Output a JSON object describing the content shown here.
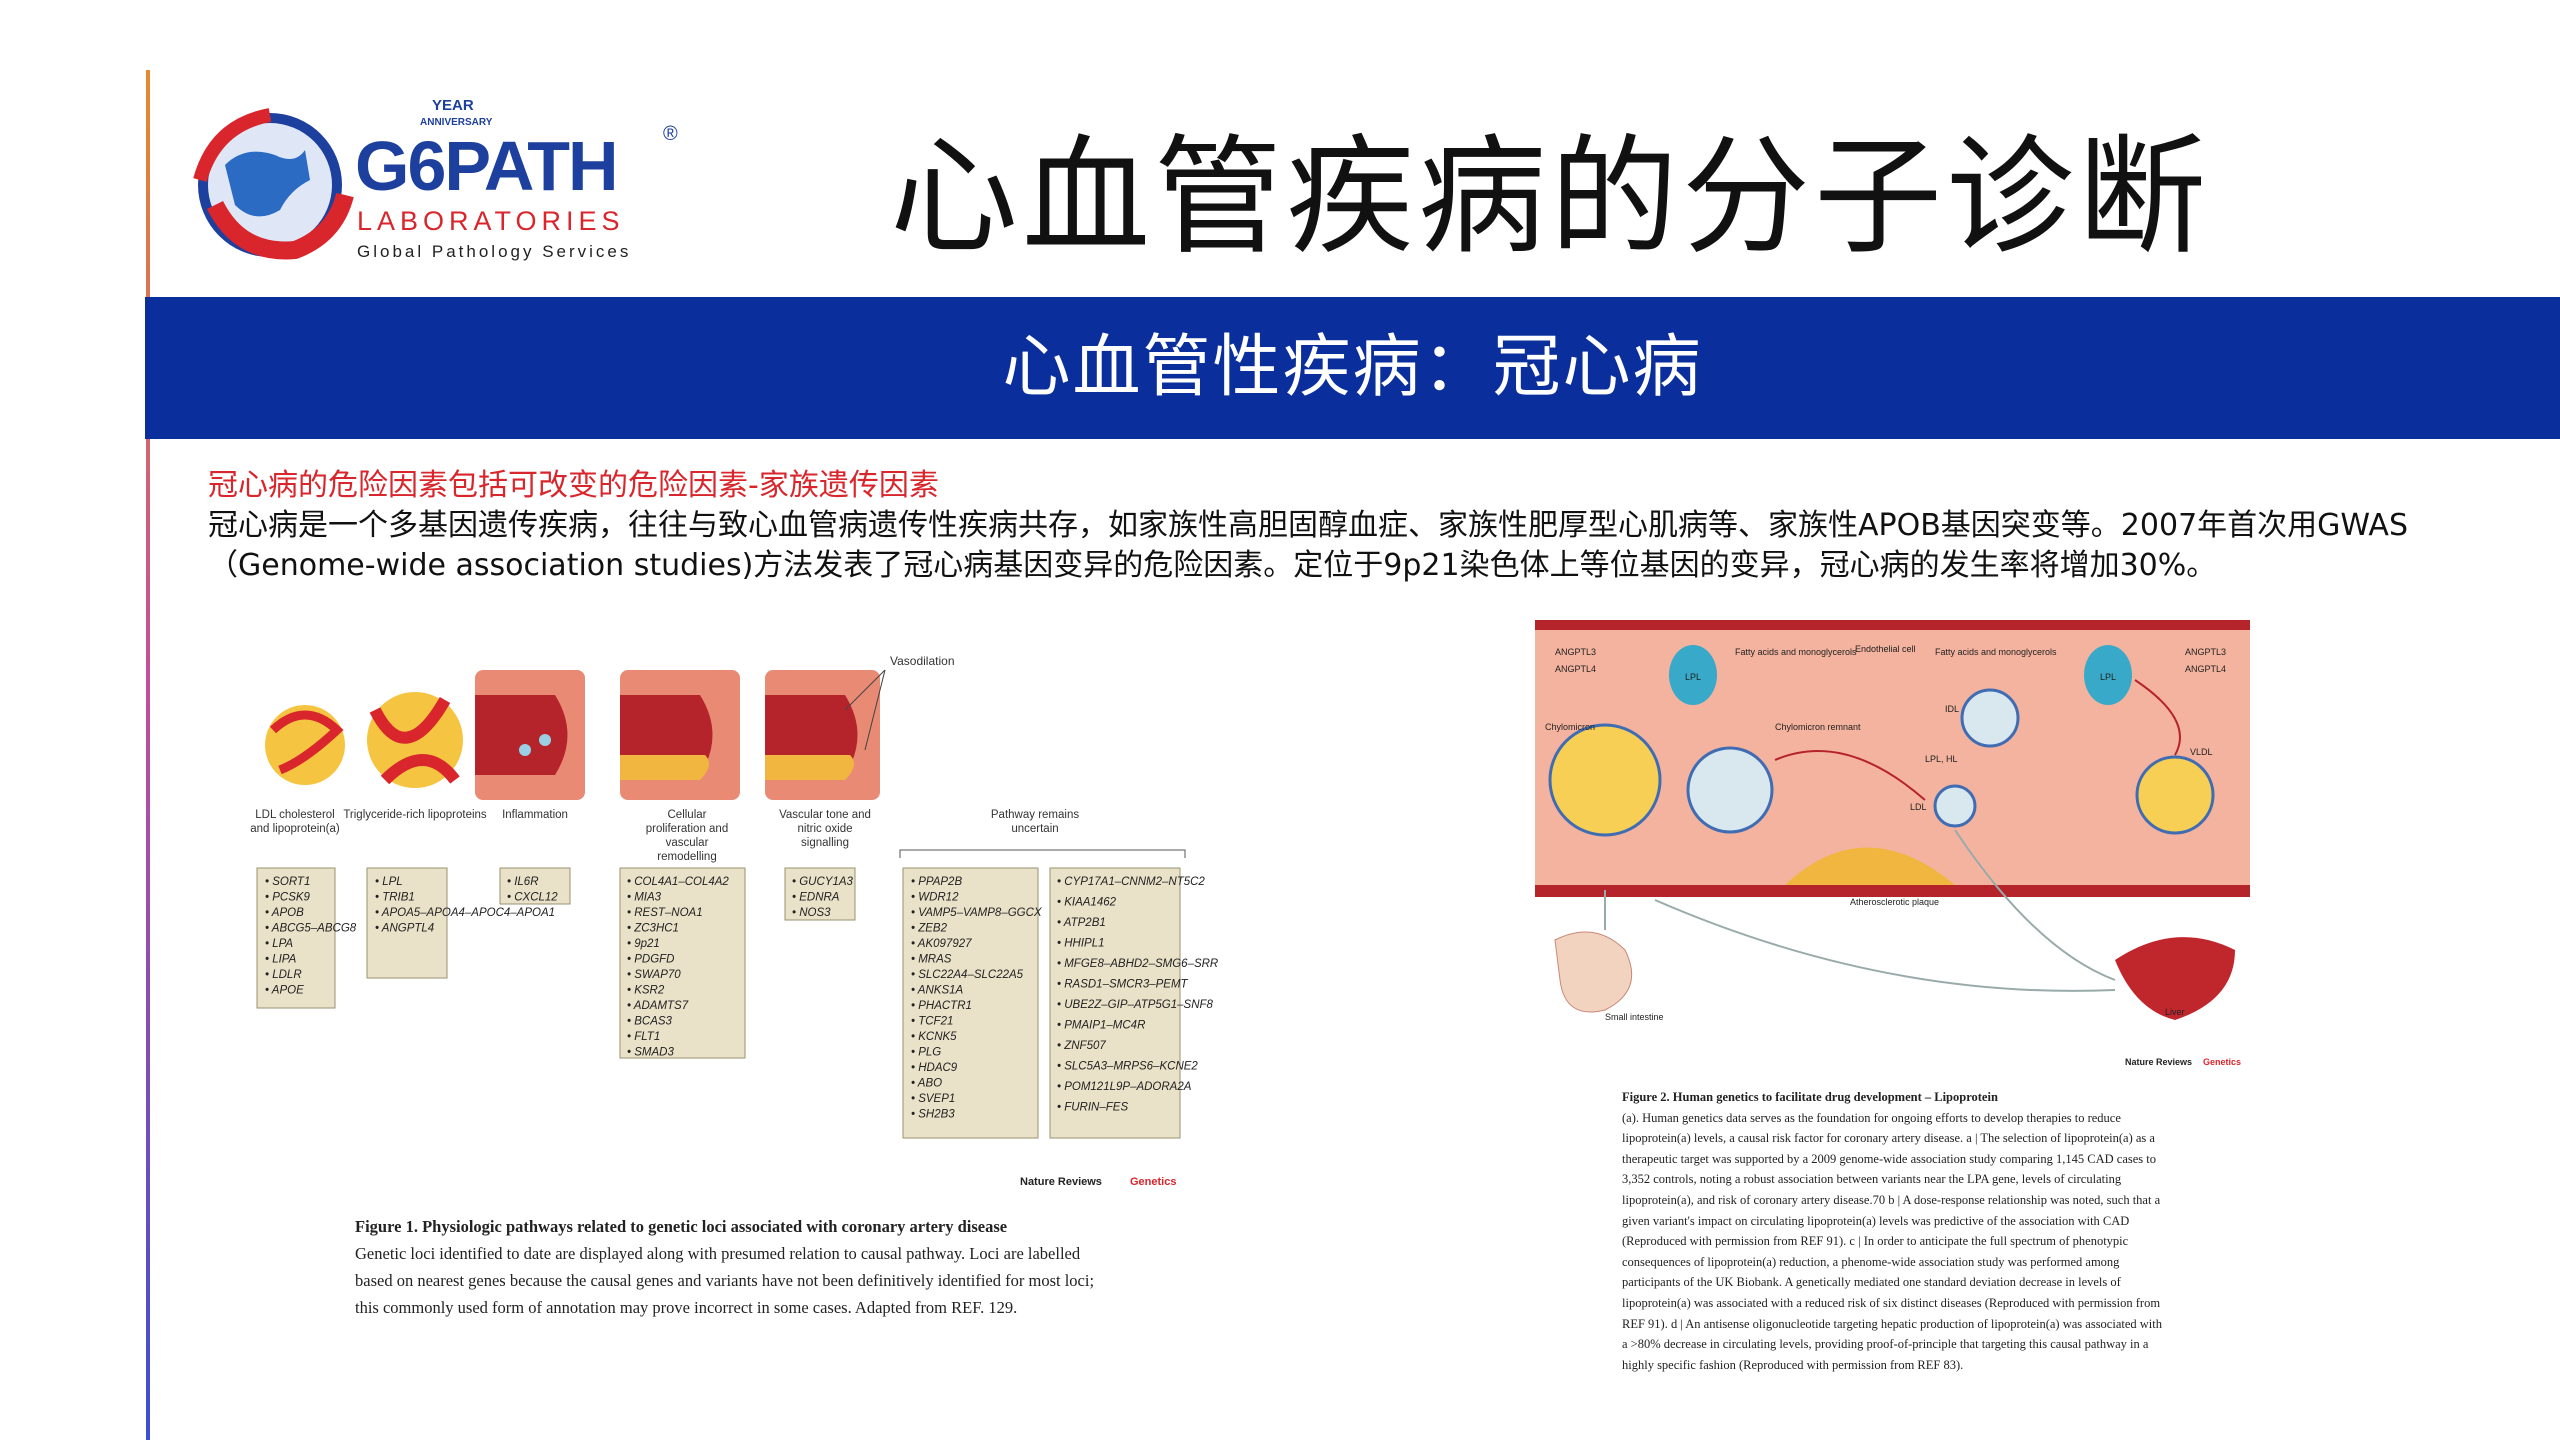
{
  "header": {
    "logo": {
      "year_text": "YEAR",
      "anniversary_text": "ANNIVERSARY",
      "name": "G6PATH",
      "registered": "®",
      "line2": "LABORATORIES",
      "line3": "Global Pathology Services"
    },
    "title": "心血管疾病的分子诊断",
    "subtitle": "心血管性疾病：冠心病"
  },
  "intro": {
    "red_line": "冠心病的危险因素包括可改变的危险因素-家族遗传因素",
    "body": "冠心病是一个多基因遗传疾病，往往与致心血管病遗传性疾病共存，如家族性高胆固醇血症、家族性肥厚型心肌病等、家族性APOB基因突变等。2007年首次用GWAS（Genome-wide association studies)方法发表了冠心病基因变异的危险因素。定位于9p21染色体上等位基因的变异，冠心病的发生率将增加30%。"
  },
  "figure1": {
    "vasodilation_label": "Vasodilation",
    "categories": [
      {
        "label": "LDL cholesterol and lipoprotein(a)",
        "genes": [
          "SORT1",
          "PCSK9",
          "APOB",
          "ABCG5–ABCG8",
          "LPA",
          "LIPA",
          "LDLR",
          "APOE"
        ]
      },
      {
        "label": "Triglyceride-rich lipoproteins",
        "genes": [
          "LPL",
          "TRIB1",
          "APOA5–APOA4–APOC4–APOA1",
          "ANGPTL4"
        ]
      },
      {
        "label": "Inflammation",
        "genes": [
          "IL6R",
          "CXCL12"
        ]
      },
      {
        "label": "Cellular proliferation and vascular remodelling",
        "genes": [
          "COL4A1–COL4A2",
          "MIA3",
          "REST–NOA1",
          "ZC3HC1",
          "9p21",
          "PDGFD",
          "SWAP70",
          "KSR2",
          "ADAMTS7",
          "BCAS3",
          "FLT1",
          "SMAD3"
        ]
      },
      {
        "label": "Vascular tone and nitric oxide signalling",
        "genes": [
          "GUCY1A3",
          "EDNRA",
          "NOS3"
        ]
      },
      {
        "label": "Pathway remains uncertain",
        "genes": [
          "PPAP2B",
          "WDR12",
          "VAMP5–VAMP8–GGCX",
          "ZEB2",
          "AK097927",
          "MRAS",
          "SLC22A4–SLC22A5",
          "ANKS1A",
          "PHACTR1",
          "TCF21",
          "KCNK5",
          "PLG",
          "HDAC9",
          "ABO",
          "SVEP1",
          "SH2B3"
        ],
        "genes2": [
          "CYP17A1–CNNM2–NT5C2",
          "KIAA1462",
          "ATP2B1",
          "HHIPL1",
          "MFGE8–ABHD2–SMG6–SRR",
          "RASD1–SMCR3–PEMT",
          "UBE2Z–GIP–ATP5G1–SNF8",
          "PMAIP1–MC4R",
          "ZNF507",
          "SLC5A3–MRPS6–KCNE2",
          "POM121L9P–ADORA2A",
          "FURIN–FES"
        ]
      }
    ],
    "source": "Nature Reviews",
    "source_accent": "Genetics",
    "caption_title": "Figure 1. Physiologic pathways related to genetic loci associated with coronary artery disease",
    "caption_body": "Genetic loci identified to date are displayed along with presumed relation to causal pathway. Loci are labelled based on nearest genes because the causal genes and variants have not been definitively identified for most loci; this commonly used form of annotation may prove incorrect in some cases. Adapted from REF. 129."
  },
  "figure2": {
    "labels": {
      "angptl3": "ANGPTL3",
      "angptl4": "ANGPTL4",
      "lpl": "LPL",
      "fatty": "Fatty acids and monoglycerols",
      "endothelial": "Endothelial cell",
      "chylomicron": "Chylomicron",
      "remnant": "Chylomicron remnant",
      "idl": "IDL",
      "lplhl": "LPL, HL",
      "ldl": "LDL",
      "vldl": "VLDL",
      "plaque": "Atherosclerotic plaque",
      "intestine": "Small intestine",
      "liver": "Liver"
    },
    "source": "Nature Reviews",
    "source_accent": "Genetics",
    "caption_title": "Figure 2. Human genetics to facilitate drug development – Lipoprotein",
    "caption_body": "(a). Human genetics data serves as the foundation for ongoing efforts to develop therapies to reduce lipoprotein(a) levels, a causal risk factor for coronary artery disease. a | The selection of lipoprotein(a) as a therapeutic target was supported by a 2009 genome-wide association study comparing 1,145 CAD cases to 3,352 controls, noting a robust association between variants near the LPA gene, levels of circulating lipoprotein(a), and risk of coronary artery disease.70 b | A dose-response relationship was noted, such that a given variant's impact on circulating lipoprotein(a) levels was predictive of the association with CAD (Reproduced with permission from REF 91). c | In order to anticipate the full spectrum of phenotypic consequences of lipoprotein(a) reduction, a phenome-wide association study was performed among participants of the UK Biobank. A genetically mediated one standard deviation decrease in levels of lipoprotein(a) was associated with a reduced risk of six distinct diseases (Reproduced with permission from REF 91). d | An antisense oligonucleotide targeting hepatic production of lipoprotein(a) was associated with a >80% decrease in circulating levels, providing proof-of-principle that targeting this causal pathway in a highly specific fashion (Reproduced with permission from REF 83)."
  },
  "colors": {
    "banner": "#0a2f9c",
    "red": "#d8262c",
    "accent_line_top": "#e8892d",
    "accent_line_bottom": "#3b4fd0"
  }
}
